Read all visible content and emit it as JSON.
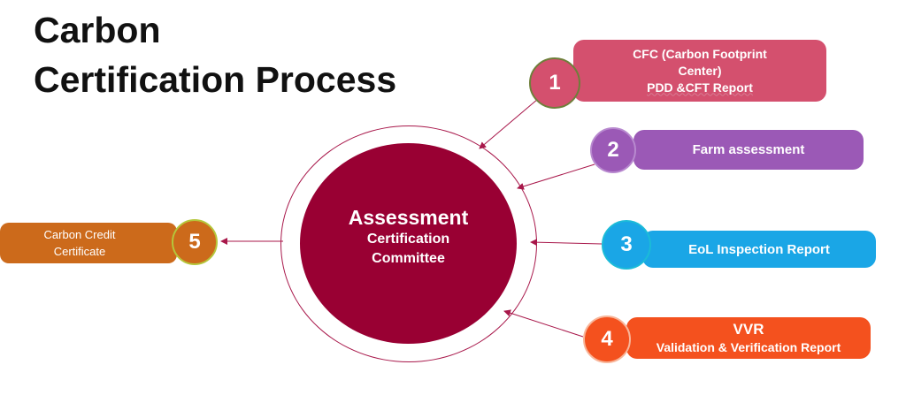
{
  "title": {
    "line1": "Carbon",
    "line2": "Certification Process"
  },
  "center": {
    "title": "Assessment",
    "sub1": "Certification",
    "sub2": "Committee"
  },
  "steps": [
    {
      "number": "1",
      "line1": "CFC (Carbon Footprint",
      "line2": "Center)",
      "line3": "PDD &CFT Report",
      "color": "#d4506e"
    },
    {
      "number": "2",
      "label": "Farm assessment",
      "color": "#9b59b6"
    },
    {
      "number": "3",
      "label": "EoL Inspection Report",
      "color": "#1aa6e6"
    },
    {
      "number": "4",
      "line1": "VVR",
      "line2": "Validation & Verification Report",
      "color": "#f4511e"
    },
    {
      "number": "5",
      "line1": "Carbon Credit",
      "line2": "Certificate",
      "color": "#cc6a1b"
    }
  ],
  "colors": {
    "center": "#990033",
    "arrow": "#a8174a"
  }
}
